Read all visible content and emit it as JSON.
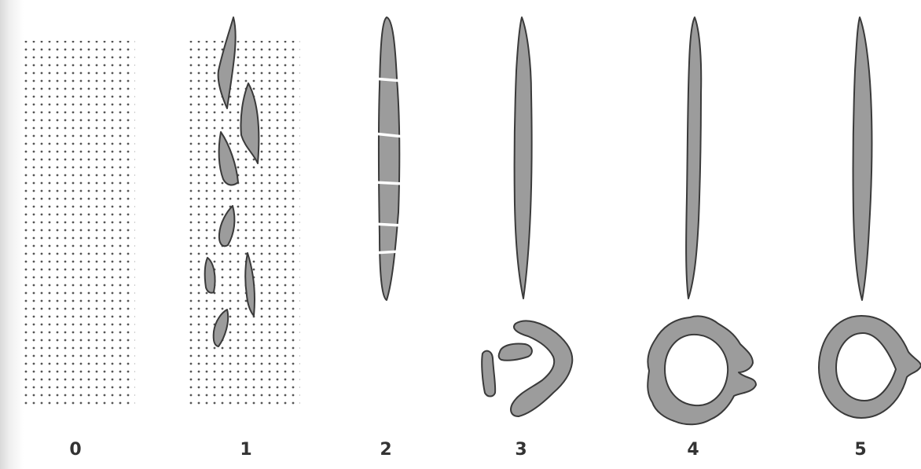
{
  "stages": [
    {
      "label": "0"
    },
    {
      "label": "1"
    },
    {
      "label": "2"
    },
    {
      "label": "3"
    },
    {
      "label": "4"
    },
    {
      "label": "5"
    }
  ],
  "colors": {
    "fill": "#9c9c9c",
    "stroke": "#3a3a3a",
    "dots": "#555555"
  }
}
